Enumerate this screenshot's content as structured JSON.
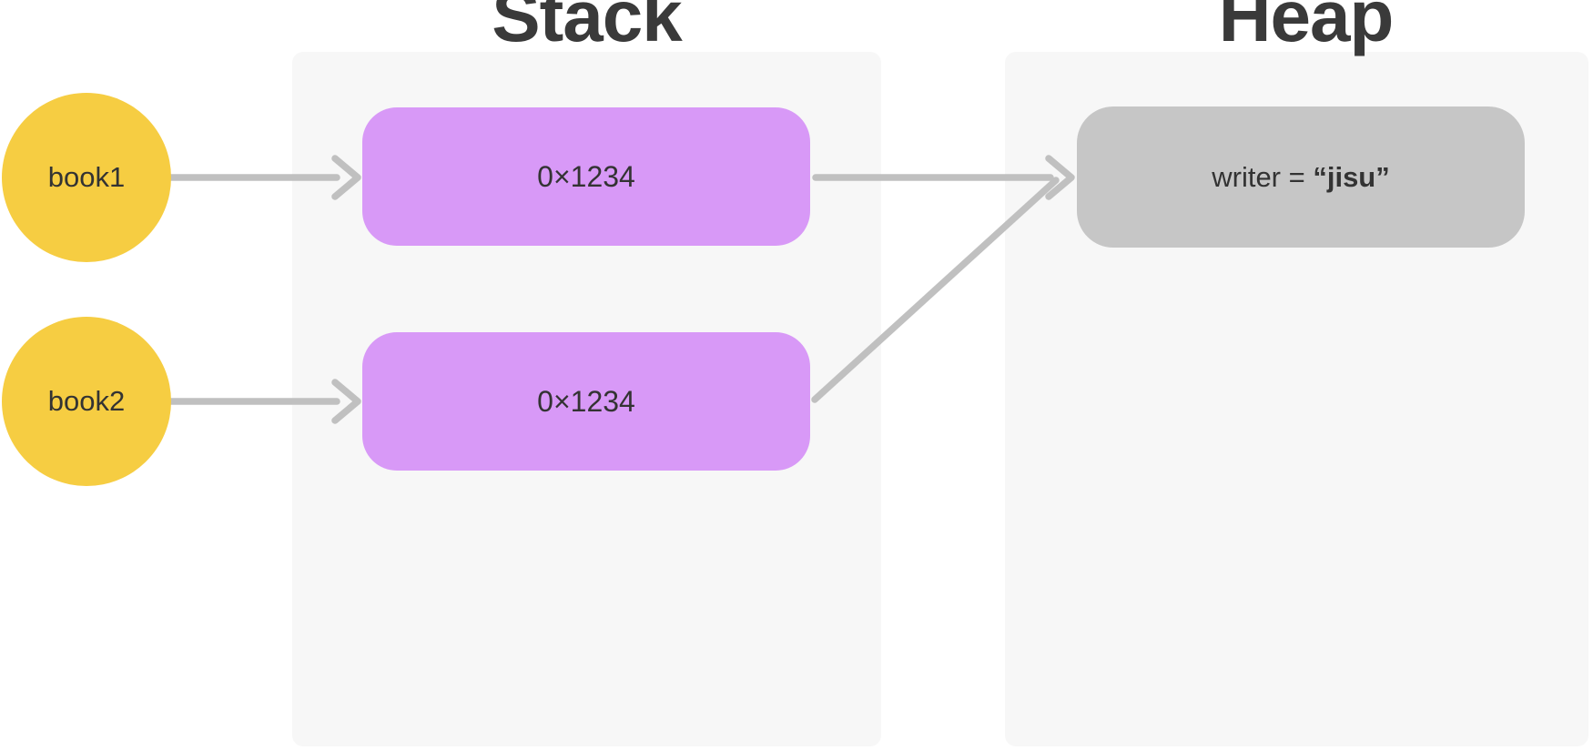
{
  "diagram": {
    "references": [
      {
        "label": "book1"
      },
      {
        "label": "book2"
      }
    ],
    "stack": {
      "title": "Stack",
      "frames": [
        {
          "value": "0×1234"
        },
        {
          "value": "0×1234"
        }
      ]
    },
    "heap": {
      "title": "Heap",
      "object": {
        "prefix": "writer = ",
        "value": "“jisu”"
      }
    },
    "colors": {
      "reference": "#f6cd42",
      "pointer_box": "#d899f7",
      "heap_box": "#c6c6c6",
      "panel": "#f7f7f7",
      "arrow": "#c0c0c0",
      "title_text": "#3a3a3a",
      "body_text": "#333333"
    }
  }
}
